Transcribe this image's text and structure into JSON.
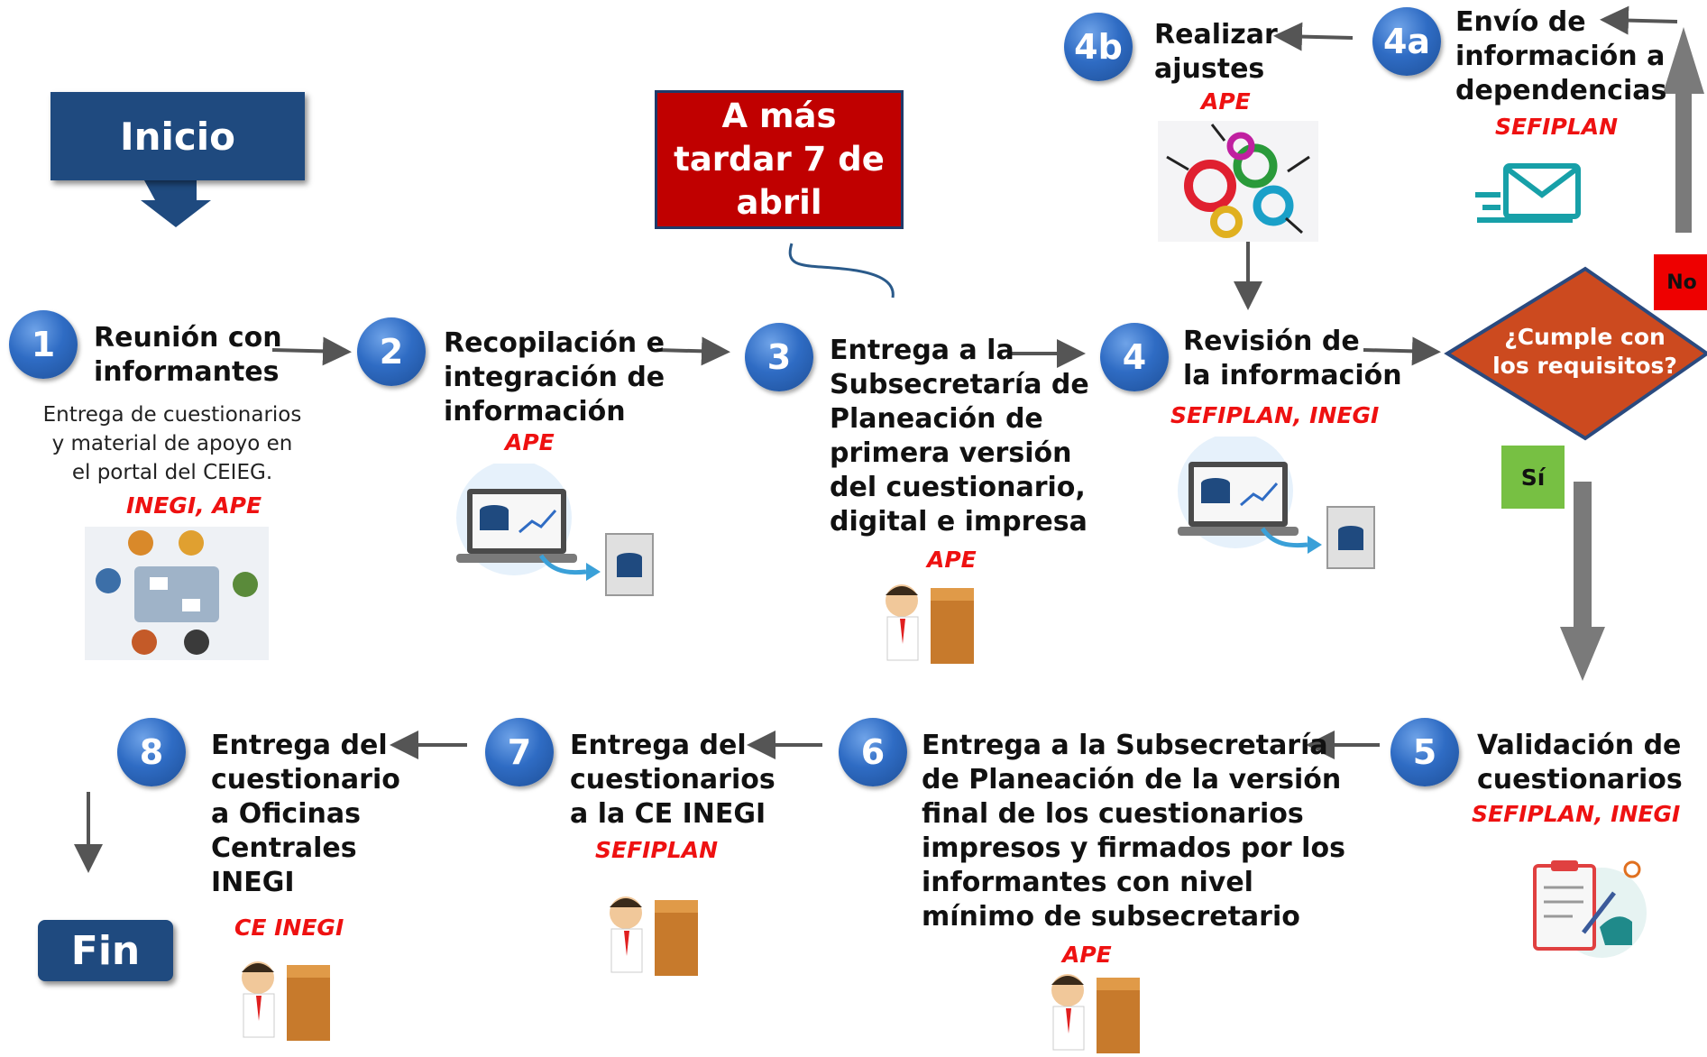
{
  "start_label": "Inicio",
  "end_label": "Fin",
  "deadline": "A más\ntardar 7 de\nabril",
  "decision": {
    "question": "¿Cumple con\nlos requisitos?",
    "no_label": "No",
    "yes_label": "Sí"
  },
  "steps": {
    "s1": {
      "number": "1",
      "title": "Reunión con\ninformantes",
      "description": "Entrega de cuestionarios\ny material de apoyo en\nel portal del CEIEG.",
      "responsible": "INEGI, APE"
    },
    "s2": {
      "number": "2",
      "title": "Recopilación e\nintegración de\ninformación",
      "responsible": "APE"
    },
    "s3": {
      "number": "3",
      "title": "Entrega a la\nSubsecretaría de\nPlaneación de\nprimera versión\ndel cuestionario,\ndigital e impresa",
      "responsible": "APE"
    },
    "s4": {
      "number": "4",
      "title": "Revisión de\nla información",
      "responsible": "SEFIPLAN, INEGI"
    },
    "s4a": {
      "number": "4a",
      "title": "Envío de\ninformación a\ndependencias",
      "responsible": "SEFIPLAN"
    },
    "s4b": {
      "number": "4b",
      "title": "Realizar\najustes",
      "responsible": "APE"
    },
    "s5": {
      "number": "5",
      "title": "Validación de\ncuestionarios",
      "responsible": "SEFIPLAN, INEGI"
    },
    "s6": {
      "number": "6",
      "title": "Entrega a la Subsecretaría\nde Planeación de la versión\nfinal de los cuestionarios\nimpresos y firmados por los\ninformantes con nivel\nmínimo de subsecretario",
      "responsible": "APE"
    },
    "s7": {
      "number": "7",
      "title": "Entrega del\ncuestionarios\na la CE INEGI",
      "responsible": "SEFIPLAN"
    },
    "s8": {
      "number": "8",
      "title": "Entrega del\ncuestionario\na Oficinas\nCentrales\nINEGI",
      "responsible": "CE INEGI"
    }
  },
  "icons": {
    "s1": "meeting-table-icon",
    "s2": "laptop-database-icon",
    "s3": "man-with-box-icon",
    "s4": "laptop-database-icon",
    "s4a": "email-send-icon",
    "s4b": "gears-icon",
    "s5": "clipboard-sign-icon",
    "s6": "man-with-box-icon",
    "s7": "man-with-box-icon",
    "s8": "man-with-box-icon"
  },
  "colors": {
    "circle": "#2f6cc4",
    "navy_box": "#1f4a7f",
    "deadline_box": "#c00000",
    "decision": "#cc4a1f",
    "responsible": "#ee1111",
    "yes": "#77c043",
    "no": "#ee0000"
  }
}
